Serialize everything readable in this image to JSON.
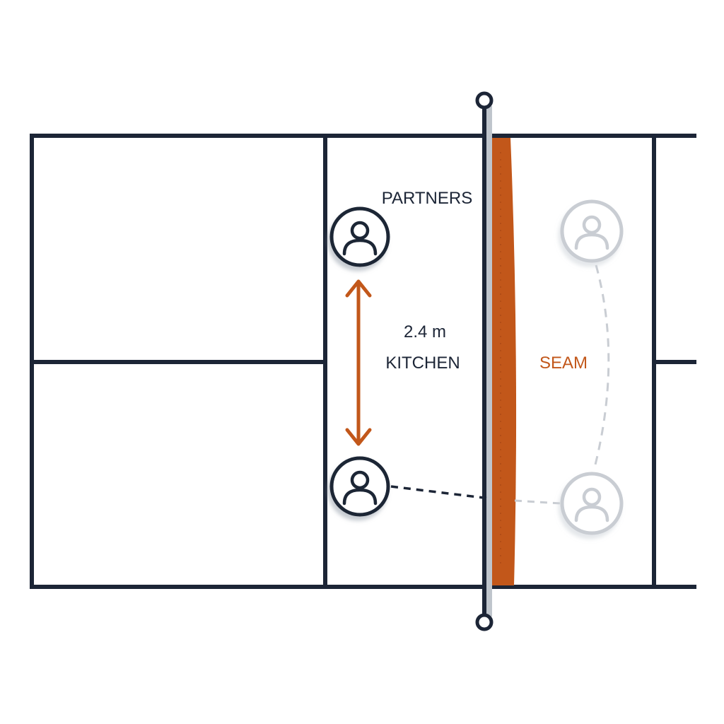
{
  "colors": {
    "court_line": "#1c2536",
    "accent": "#c2571a",
    "faded": "#c9cdd3",
    "background": "#ffffff"
  },
  "labels": {
    "partners": "PARTNERS",
    "distance": "2.4 m",
    "zone": "KITCHEN",
    "seam": "SEAM"
  },
  "icons": {
    "player": "person-icon"
  }
}
